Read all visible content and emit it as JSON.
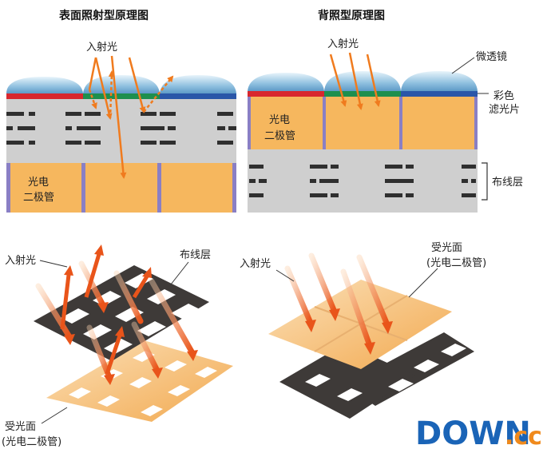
{
  "titles": {
    "front": "表面照射型原理图",
    "back": "背照型原理图"
  },
  "labels": {
    "incident_light": "入射光",
    "microlens": "微透镜",
    "color_filter_line1": "彩色",
    "color_filter_line2": "滤光片",
    "photodiode_line1": "光电",
    "photodiode_line2": "二极管",
    "wiring_layer": "布线层",
    "receiving_surface": "受光面",
    "receiving_surface_note": "(光电二极管)"
  },
  "watermark": {
    "main": "DOWN",
    "suffix": ".cc"
  },
  "colors": {
    "silicon_orange": "#f6b75e",
    "wiring_gray": "#cfcfcf",
    "lens_blue": "#8fc0df",
    "filter_red": "#d8272e",
    "filter_green": "#1e8f4e",
    "filter_blue": "#2a56a8",
    "arrow_orange": "#f07b1e",
    "grid_dark": "#3e3a38",
    "watermark_blue": "#1a64b7",
    "watermark_orange": "#f08a1c"
  }
}
